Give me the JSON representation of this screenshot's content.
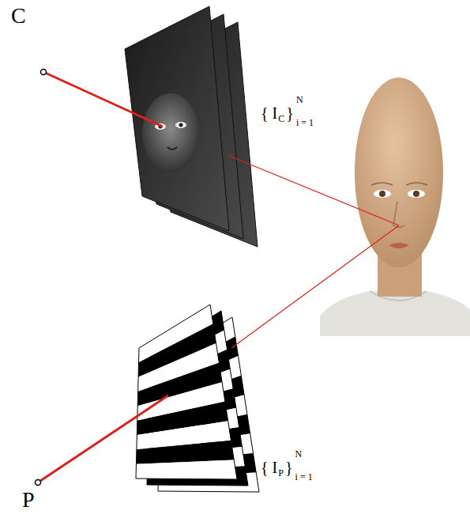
{
  "diagram": {
    "labels": [
      "C",
      "{ I",
      "C",
      "}",
      "N",
      "i = 1",
      "P",
      "{ I",
      "P",
      "}",
      "N",
      "i = 1"
    ]
  }
}
